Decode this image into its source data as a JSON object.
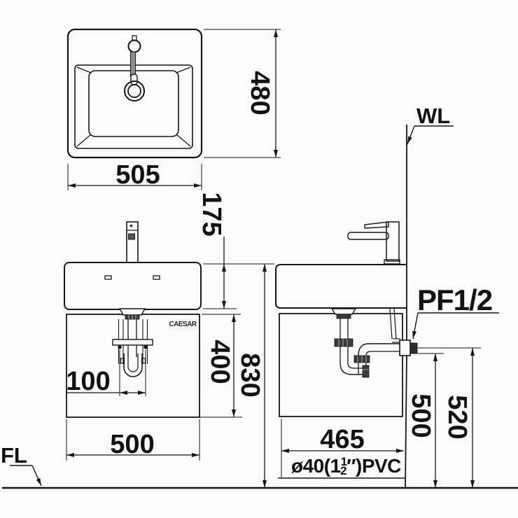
{
  "drawing": {
    "brand": "CAESAR",
    "wall_label": "WL",
    "floor_label": "FL",
    "supply_label": "PF1/2",
    "pvc_label": {
      "prefix": "ø40(1",
      "numerator": "1",
      "denominator": "2",
      "suffix": "″)PVC"
    },
    "dimensions": {
      "top_width": "505",
      "top_depth": "480",
      "basin_height": "175",
      "cabinet_height": "400",
      "total_height": "830",
      "drain_offset": "100",
      "front_width": "500",
      "side_depth": "465",
      "outlet_height": "500",
      "outlet_top_height": "520"
    }
  }
}
